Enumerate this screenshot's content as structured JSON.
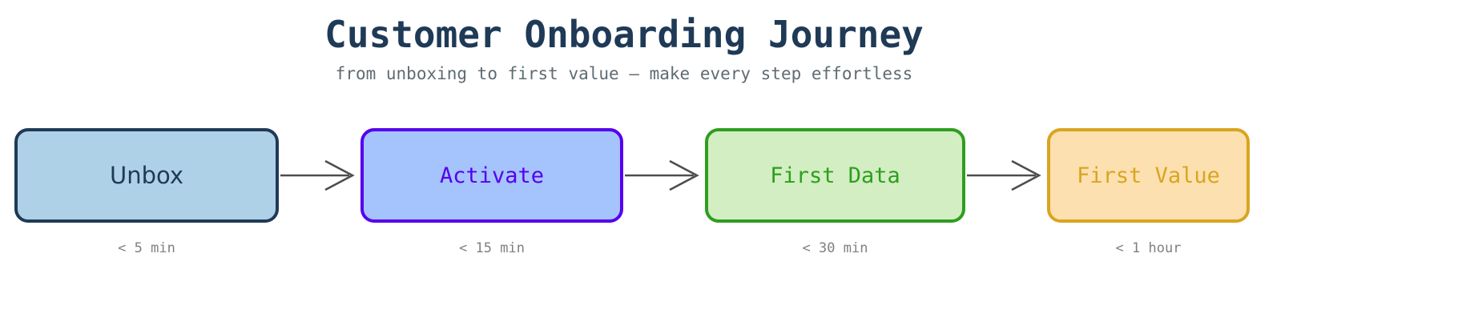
{
  "header": {
    "title": "Customer Onboarding Journey",
    "subtitle": "from unboxing to first value – make every step effortless",
    "title_color": "#1f3a56",
    "subtitle_color": "#5f6b73"
  },
  "diagram": {
    "type": "flow",
    "direction": "left-to-right",
    "background": "#ffffff",
    "arrow_color": "#4d4d4d",
    "caption_color": "#808080",
    "nodes": [
      {
        "id": "unbox",
        "label": "Unbox",
        "caption": "< 5 min",
        "fill": "#afd1e7",
        "stroke": "#1f3a56",
        "text_color": "#1f3a56"
      },
      {
        "id": "activate",
        "label": "Activate",
        "caption": "< 15 min",
        "fill": "#a5c3fc",
        "stroke": "#5500ee",
        "text_color": "#5500ee"
      },
      {
        "id": "first-data",
        "label": "First Data",
        "caption": "< 30 min",
        "fill": "#d2eec2",
        "stroke": "#2e9e1e",
        "text_color": "#2e9e1e"
      },
      {
        "id": "first-value",
        "label": "First Value",
        "caption": "< 1 hour",
        "fill": "#fce0b0",
        "stroke": "#d9a520",
        "text_color": "#d9a520"
      }
    ],
    "edges": [
      {
        "from": "unbox",
        "to": "activate",
        "label": "",
        "style": "open-arrow"
      },
      {
        "from": "activate",
        "to": "first-data",
        "label": "",
        "style": "open-arrow"
      },
      {
        "from": "first-data",
        "to": "first-value",
        "label": "",
        "style": "open-arrow"
      }
    ]
  }
}
